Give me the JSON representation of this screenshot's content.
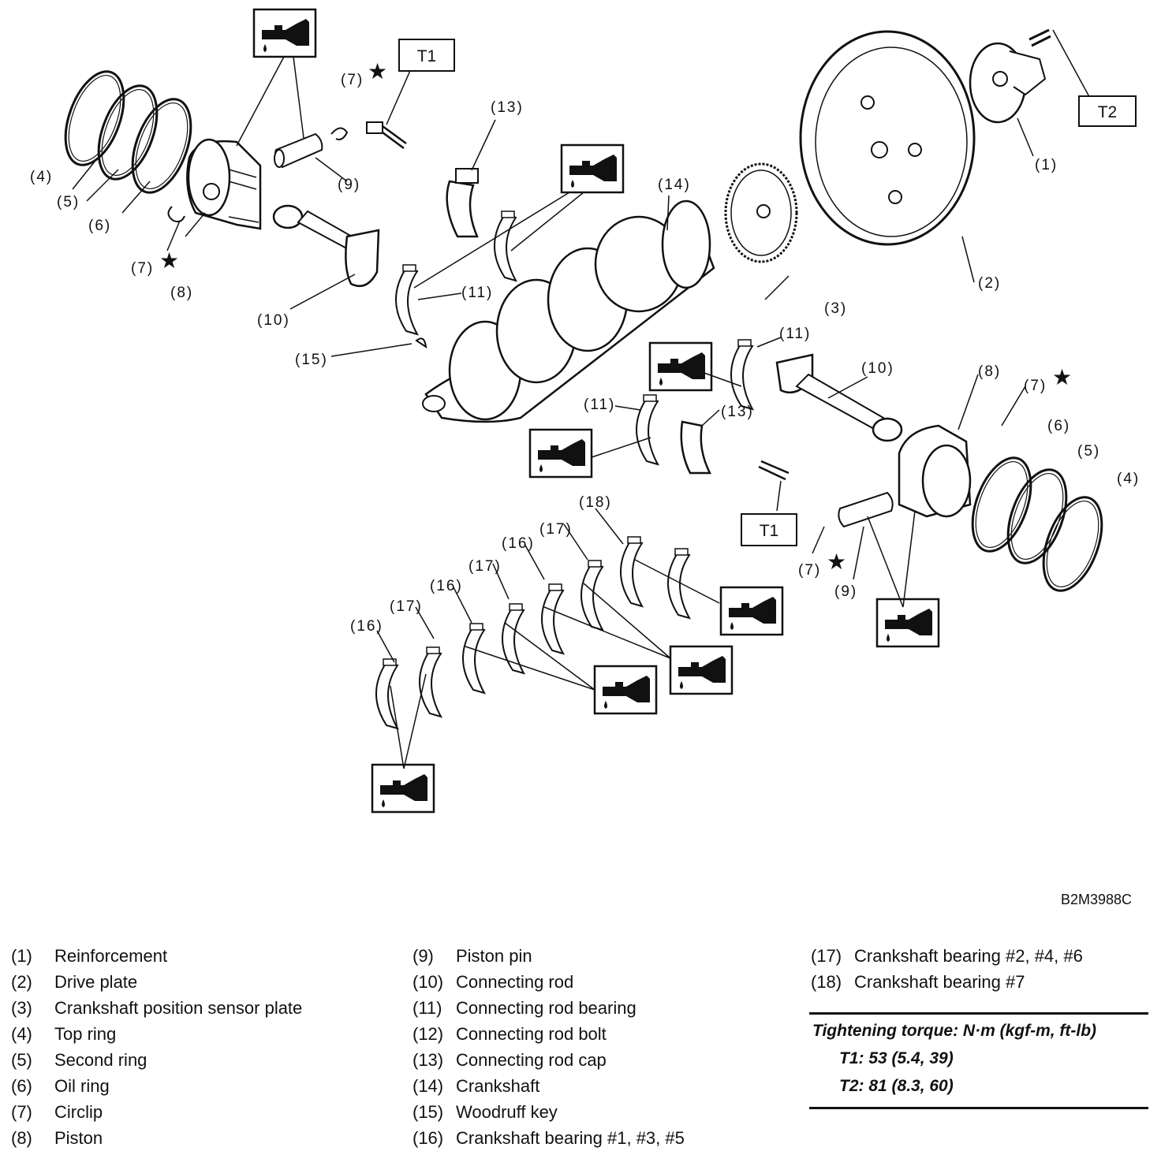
{
  "drawing_id": "B2M3988C",
  "torque_boxes": {
    "t1": "T1",
    "t2": "T2"
  },
  "callouts": {
    "c1": "(1)",
    "c2": "(2)",
    "c3": "(3)",
    "c4": "(4)",
    "c5": "(5)",
    "c6": "(6)",
    "c7": "(7)",
    "c8": "(8)",
    "c9": "(9)",
    "c10": "(10)",
    "c11": "(11)",
    "c13": "(13)",
    "c14": "(14)",
    "c15": "(15)",
    "c16": "(16)",
    "c17": "(17)",
    "c18": "(18)"
  },
  "legend": [
    {
      "num": "(1)",
      "label": "Reinforcement"
    },
    {
      "num": "(2)",
      "label": "Drive plate"
    },
    {
      "num": "(3)",
      "label": "Crankshaft position sensor plate"
    },
    {
      "num": "(4)",
      "label": "Top ring"
    },
    {
      "num": "(5)",
      "label": "Second ring"
    },
    {
      "num": "(6)",
      "label": "Oil ring"
    },
    {
      "num": "(7)",
      "label": "Circlip"
    },
    {
      "num": "(8)",
      "label": "Piston"
    },
    {
      "num": "(9)",
      "label": "Piston pin"
    },
    {
      "num": "(10)",
      "label": "Connecting rod"
    },
    {
      "num": "(11)",
      "label": "Connecting rod bearing"
    },
    {
      "num": "(12)",
      "label": "Connecting rod bolt"
    },
    {
      "num": "(13)",
      "label": "Connecting rod cap"
    },
    {
      "num": "(14)",
      "label": "Crankshaft"
    },
    {
      "num": "(15)",
      "label": "Woodruff key"
    },
    {
      "num": "(16)",
      "label": "Crankshaft bearing #1, #3, #5"
    },
    {
      "num": "(17)",
      "label": "Crankshaft bearing #2, #4, #6"
    },
    {
      "num": "(18)",
      "label": "Crankshaft bearing #7"
    }
  ],
  "torque": {
    "heading": "Tightening torque: N·m (kgf-m, ft-lb)",
    "t1": "T1: 53 (5.4, 39)",
    "t2": "T2: 81 (8.3, 60)"
  }
}
